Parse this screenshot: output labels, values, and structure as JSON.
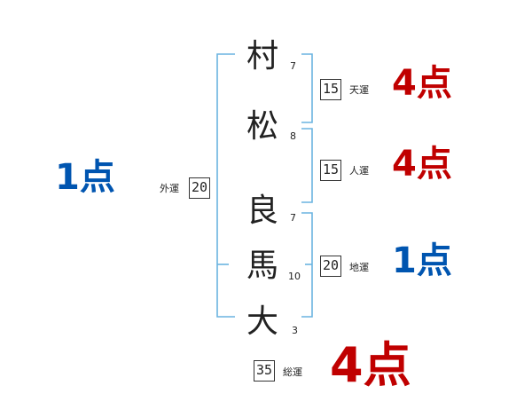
{
  "name_chars": [
    {
      "char": "村",
      "strokes": "7"
    },
    {
      "char": "松",
      "strokes": "8"
    },
    {
      "char": "良",
      "strokes": "7"
    },
    {
      "char": "馬",
      "strokes": "10"
    },
    {
      "char": "大",
      "strokes": "3"
    }
  ],
  "fortunes": {
    "gaiun": {
      "label": "外運",
      "value": "20",
      "score": "1点"
    },
    "tenun": {
      "label": "天運",
      "value": "15",
      "score": "4点"
    },
    "jinun": {
      "label": "人運",
      "value": "15",
      "score": "4点"
    },
    "chiun": {
      "label": "地運",
      "value": "20",
      "score": "1点"
    },
    "souun": {
      "label": "総運",
      "value": "35",
      "score": "4点"
    }
  },
  "colors": {
    "high_score": "#c00000",
    "low_score": "#0055b0",
    "bracket": "#6ab4e0"
  }
}
